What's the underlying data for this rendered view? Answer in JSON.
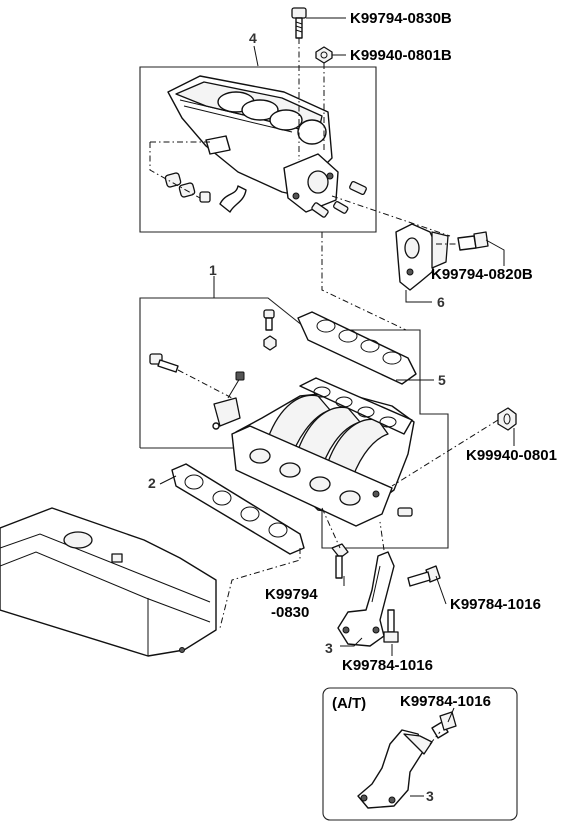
{
  "callouts": {
    "bolt_top": "K99794-0830B",
    "nut_top": "K99940-0801B",
    "bolt_bracket": "K99794-0820B",
    "nut_right": "K99940-0801",
    "bolt_lower_line1": "K99794",
    "bolt_lower_line2": "-0830",
    "bolt_stay_right": "K99784-1016",
    "bolt_stay_bottom": "K99784-1016",
    "at_bolt": "K99784-1016"
  },
  "part_numbers": {
    "p1": "1",
    "p2": "2",
    "p3": "3",
    "p3_at": "3",
    "p4": "4",
    "p5": "5",
    "p6": "6"
  },
  "inset": {
    "title": "(A/T)"
  }
}
